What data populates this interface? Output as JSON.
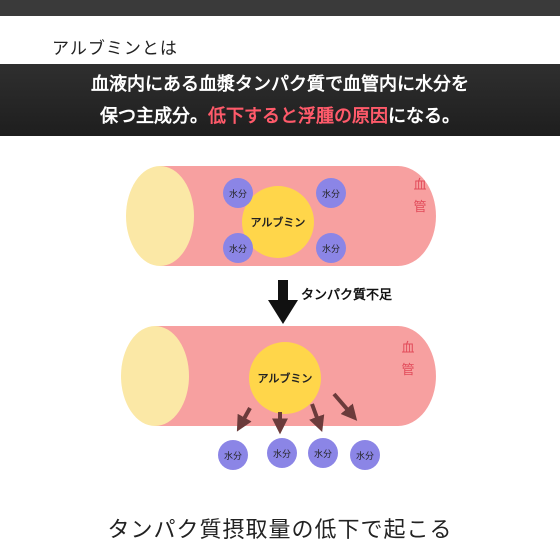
{
  "heading": "アルブミンとは",
  "banner": {
    "line1": "血液内にある血漿タンパク質で血管内に水分を",
    "line2_prefix": "保つ主成分。",
    "line2_highlight": "低下すると浮腫の原因",
    "line2_suffix": "になる。"
  },
  "diagram": {
    "vessel_label_top": "血",
    "vessel_label_bottom": "管",
    "albumin_label": "アルブミン",
    "water_label": "水分",
    "transition_label": "タンパク質不足"
  },
  "footer": "タンパク質摂取量の低下で起こる",
  "colors": {
    "vessel": "#f7a0a0",
    "vessel_end": "#fbe8a6",
    "albumin": "#ffd64a",
    "water": "#8b85e6",
    "highlight": "#ff5a6a"
  }
}
